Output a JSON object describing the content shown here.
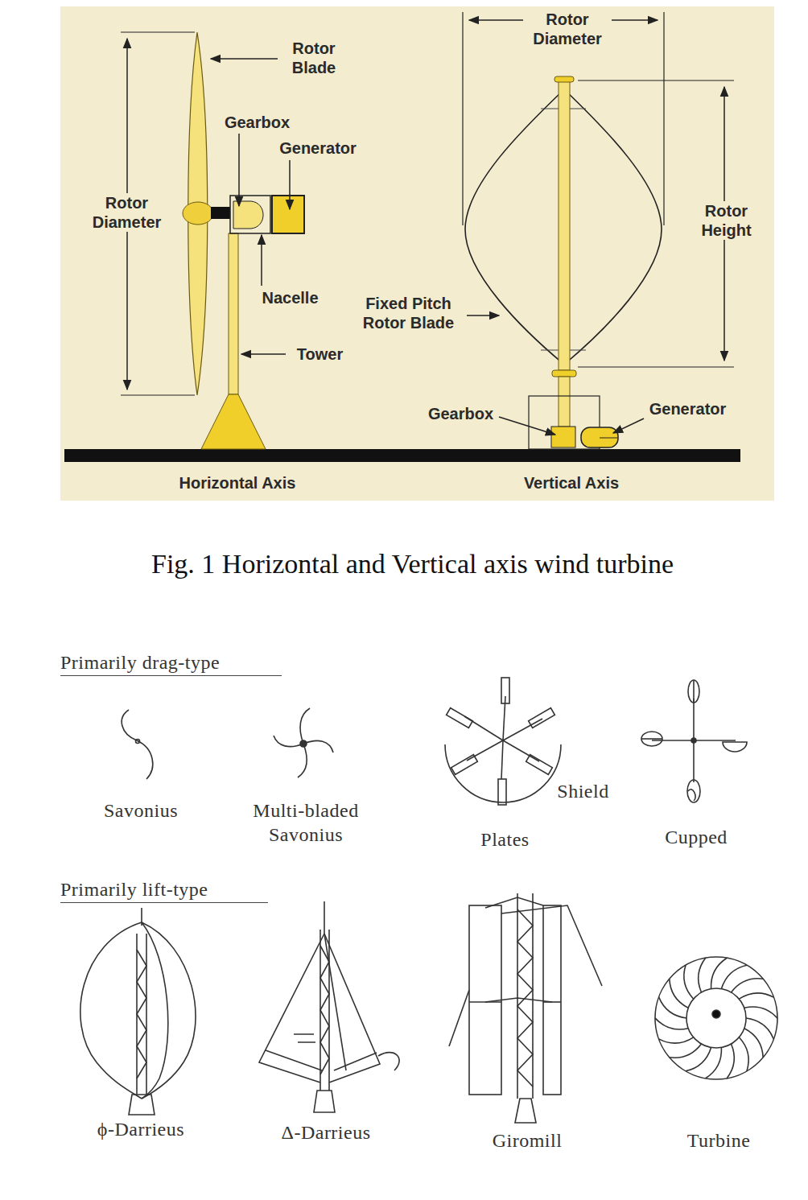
{
  "diagram": {
    "caption": "Fig. 1  Horizontal and Vertical axis wind turbine",
    "labels": [
      "Rotor Blade",
      "Gearbox",
      "Generator",
      "Rotor Diameter",
      "Nacelle",
      "Tower",
      "Horizontal Axis",
      "Rotor Diameter",
      "Rotor Height",
      "Fixed Pitch Rotor Blade",
      "Gearbox",
      "Generator",
      "Vertical Axis",
      "Primarily drag-type",
      "Savonius",
      "Multi-bladed Savonius",
      "Shield",
      "Plates",
      "Cupped",
      "Primarily lift-type",
      "ϕ-Darrieus",
      "Δ-Darrieus",
      "Giromill",
      "Turbine"
    ]
  }
}
